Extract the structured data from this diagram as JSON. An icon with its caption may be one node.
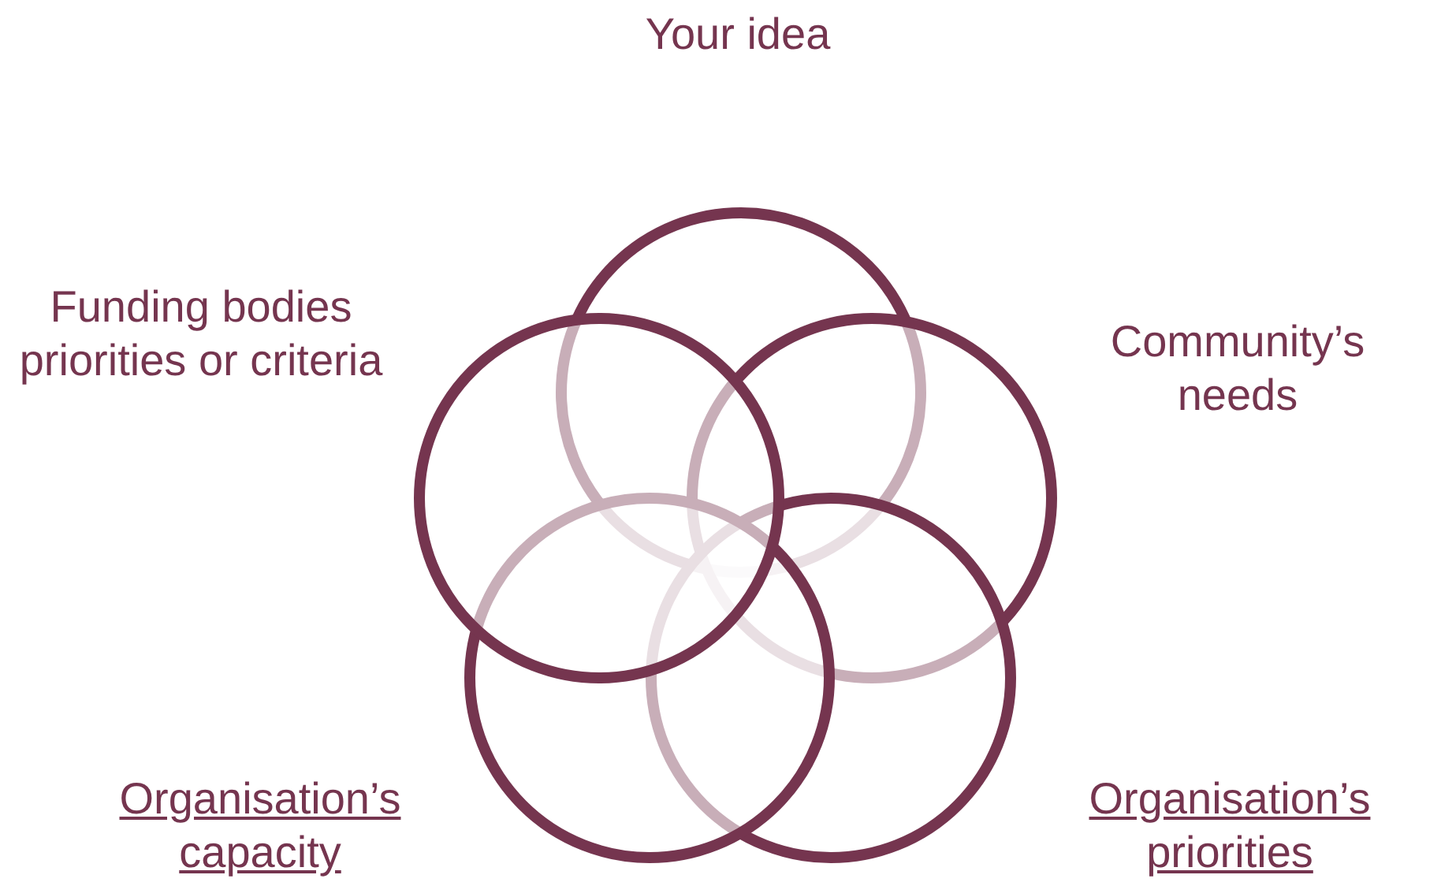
{
  "diagram": {
    "nodes": [
      {
        "text": [
          "Your idea"
        ]
      },
      {
        "text": [
          "Funding bodies priorities or criteria"
        ]
      },
      {
        "text": [
          "Community’s needs"
        ]
      },
      {
        "text": [
          "Organisation’s capacity"
        ]
      },
      {
        "text": [
          "Organisation’s priorities"
        ]
      }
    ]
  }
}
